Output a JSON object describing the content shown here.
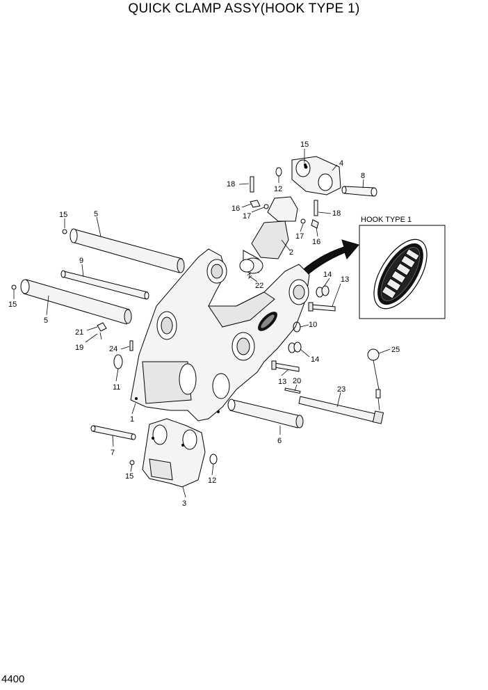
{
  "title": "QUICK CLAMP ASSY(HOOK TYPE 1)",
  "page_number": "4400",
  "inset": {
    "title": "HOOK TYPE 1"
  },
  "callouts": {
    "c1": "1",
    "c2": "2",
    "c3": "3",
    "c4": "4",
    "c5a": "5",
    "c5b": "5",
    "c6": "6",
    "c7": "7",
    "c8": "8",
    "c9": "9",
    "c10": "10",
    "c11": "11",
    "c12a": "12",
    "c12b": "12",
    "c13a": "13",
    "c13b": "13",
    "c14a": "14",
    "c14b": "14",
    "c15a": "15",
    "c15b": "15",
    "c15c": "15",
    "c15d": "15",
    "c16a": "16",
    "c16b": "16",
    "c17a": "17",
    "c17b": "17",
    "c18a": "18",
    "c18b": "18",
    "c19": "19",
    "c20": "20",
    "c21": "21",
    "c22": "22",
    "c23": "23",
    "c24": "24",
    "c25": "25"
  }
}
